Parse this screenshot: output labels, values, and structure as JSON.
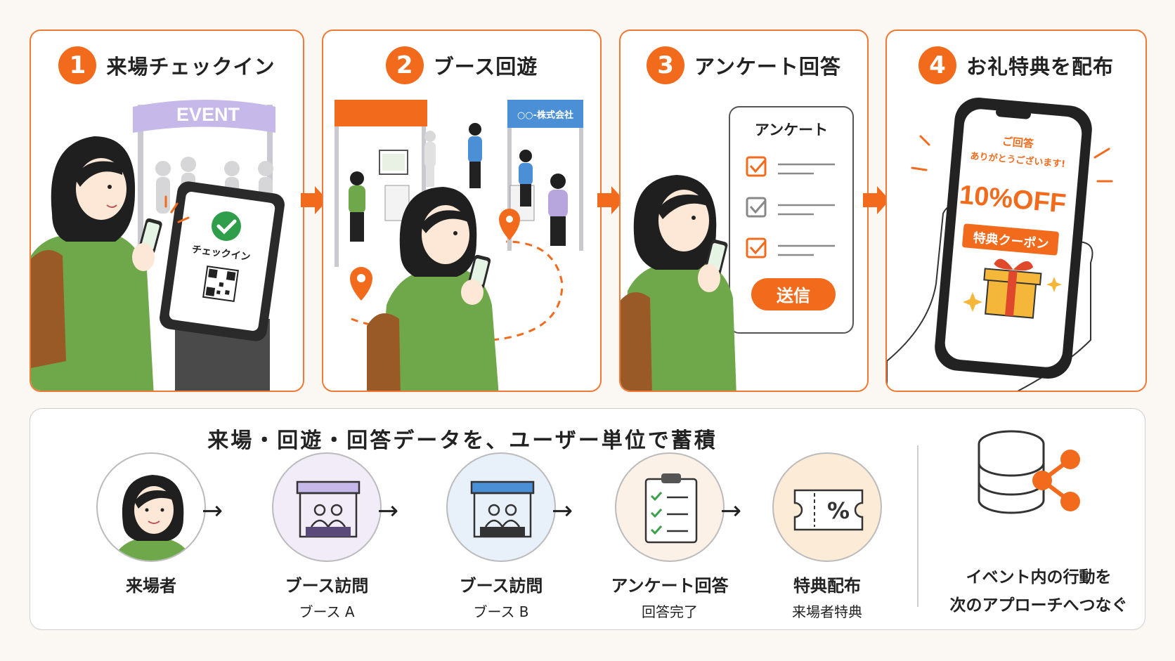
{
  "steps": [
    {
      "num": "1",
      "title": "来場チェックイン",
      "event_banner": "EVENT",
      "kiosk_text": "チェックイン"
    },
    {
      "num": "2",
      "title": "ブース回遊",
      "booth_sign": "○○-株式会社"
    },
    {
      "num": "3",
      "title": "アンケート回答",
      "survey_title": "アンケート",
      "send_label": "送信"
    },
    {
      "num": "4",
      "title": "お礼特典を配布",
      "thanks_line1": "ご回答",
      "thanks_line2": "ありがとうございます!",
      "discount": "10%OFF",
      "coupon": "特典クーポン"
    }
  ],
  "flow": {
    "title": "来場・回遊・回答データを、ユーザー単位で蓄積",
    "nodes": [
      {
        "label": "来場者",
        "sub": ""
      },
      {
        "label": "ブース訪問",
        "sub": "ブース A"
      },
      {
        "label": "ブース訪問",
        "sub": "ブース B"
      },
      {
        "label": "アンケート回答",
        "sub": "回答完了"
      },
      {
        "label": "特典配布",
        "sub": "来場者特典"
      }
    ],
    "arrow": "→",
    "db_line1": "イベント内の行動を",
    "db_line2": "次のアプローチへつなぐ"
  },
  "colors": {
    "accent": "#f26b1d",
    "green": "#6fa84a",
    "hair": "#1f1f1f",
    "bag": "#9a5a28"
  }
}
